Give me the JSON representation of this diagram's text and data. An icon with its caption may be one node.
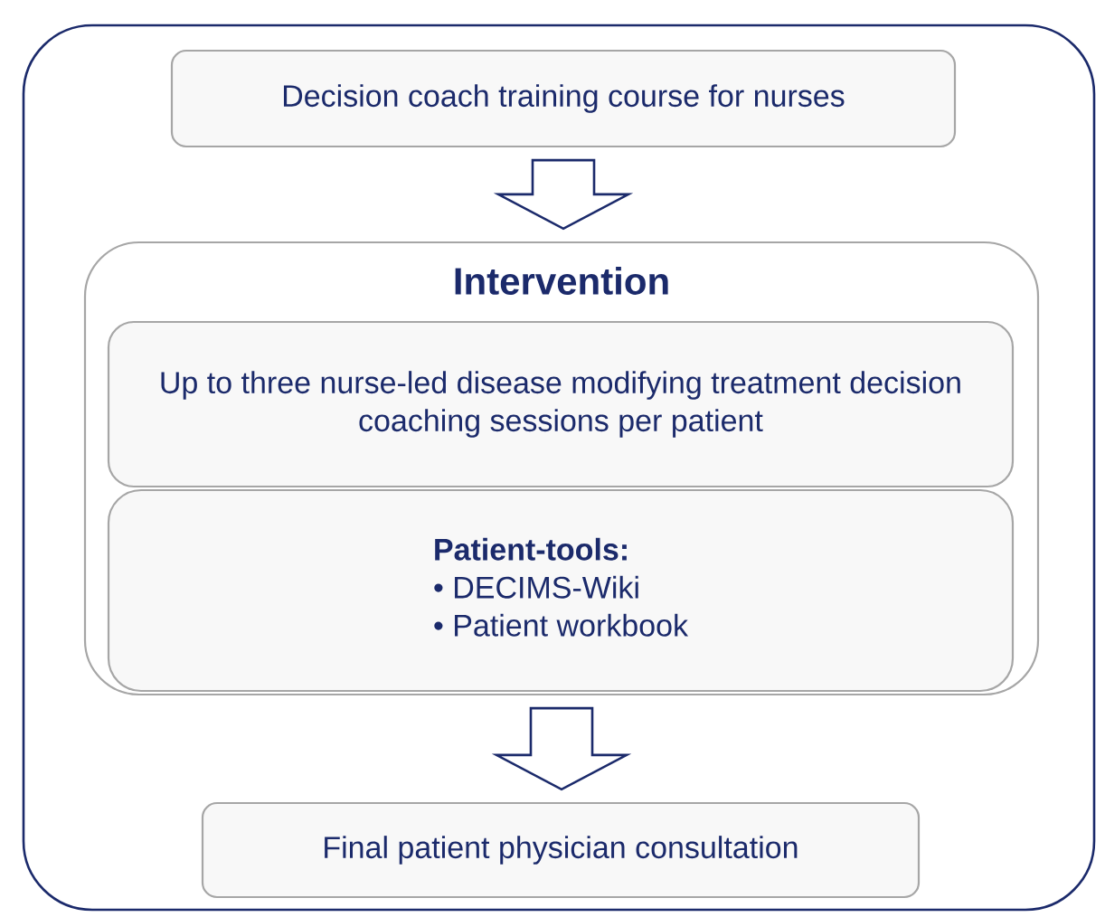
{
  "diagram": {
    "nodes": [
      {
        "text": [],
        "shape": "box"
      },
      {
        "text": [
          "Decision coach training course for nurses"
        ],
        "in": 0
      },
      {
        "text": [
          "Intervention"
        ],
        "in": 0
      },
      {
        "text": [
          "Up to three nurse-led disease modifying treatment decision coaching sessions per patient"
        ],
        "in": 2
      },
      {
        "text": [
          "Patient-tools:",
          "• DECIMS-Wiki",
          "• Patient workbook"
        ],
        "in": 2
      },
      {
        "text": [
          "Final patient physician consultation"
        ],
        "in": 0
      }
    ],
    "edges": [
      {
        "from": 1,
        "to": 2,
        "arrow": "to"
      },
      {
        "from": 2,
        "to": 5,
        "arrow": "to"
      }
    ]
  }
}
